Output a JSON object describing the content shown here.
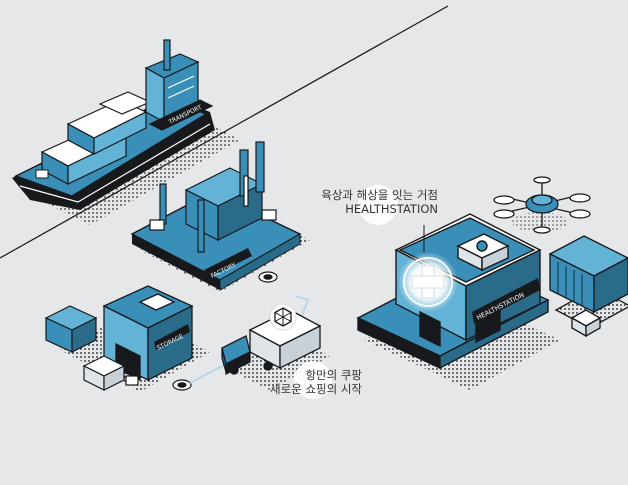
{
  "labels": {
    "station_line1": "육상과 해상을 잇는 거점",
    "station_line2": "HEALTHSTATION",
    "truck_line1": "항만의 쿠팡",
    "truck_line2": "새로운 쇼핑의 시작"
  },
  "signs": {
    "ship": "TRANSPORT",
    "factory": "FACTORY",
    "storage": "STORAGE",
    "station": "HEALTHSTATION"
  },
  "colors": {
    "background": "#e6e7e9",
    "accent": "#3a8fb8",
    "accent_light": "#63b3d6",
    "dark": "#17191c",
    "white": "#ffffff"
  },
  "icons": [
    "ship",
    "factory",
    "storage-building",
    "container",
    "delivery-truck",
    "health-station",
    "plus-cross",
    "drone",
    "hexagon-ball-icon"
  ]
}
